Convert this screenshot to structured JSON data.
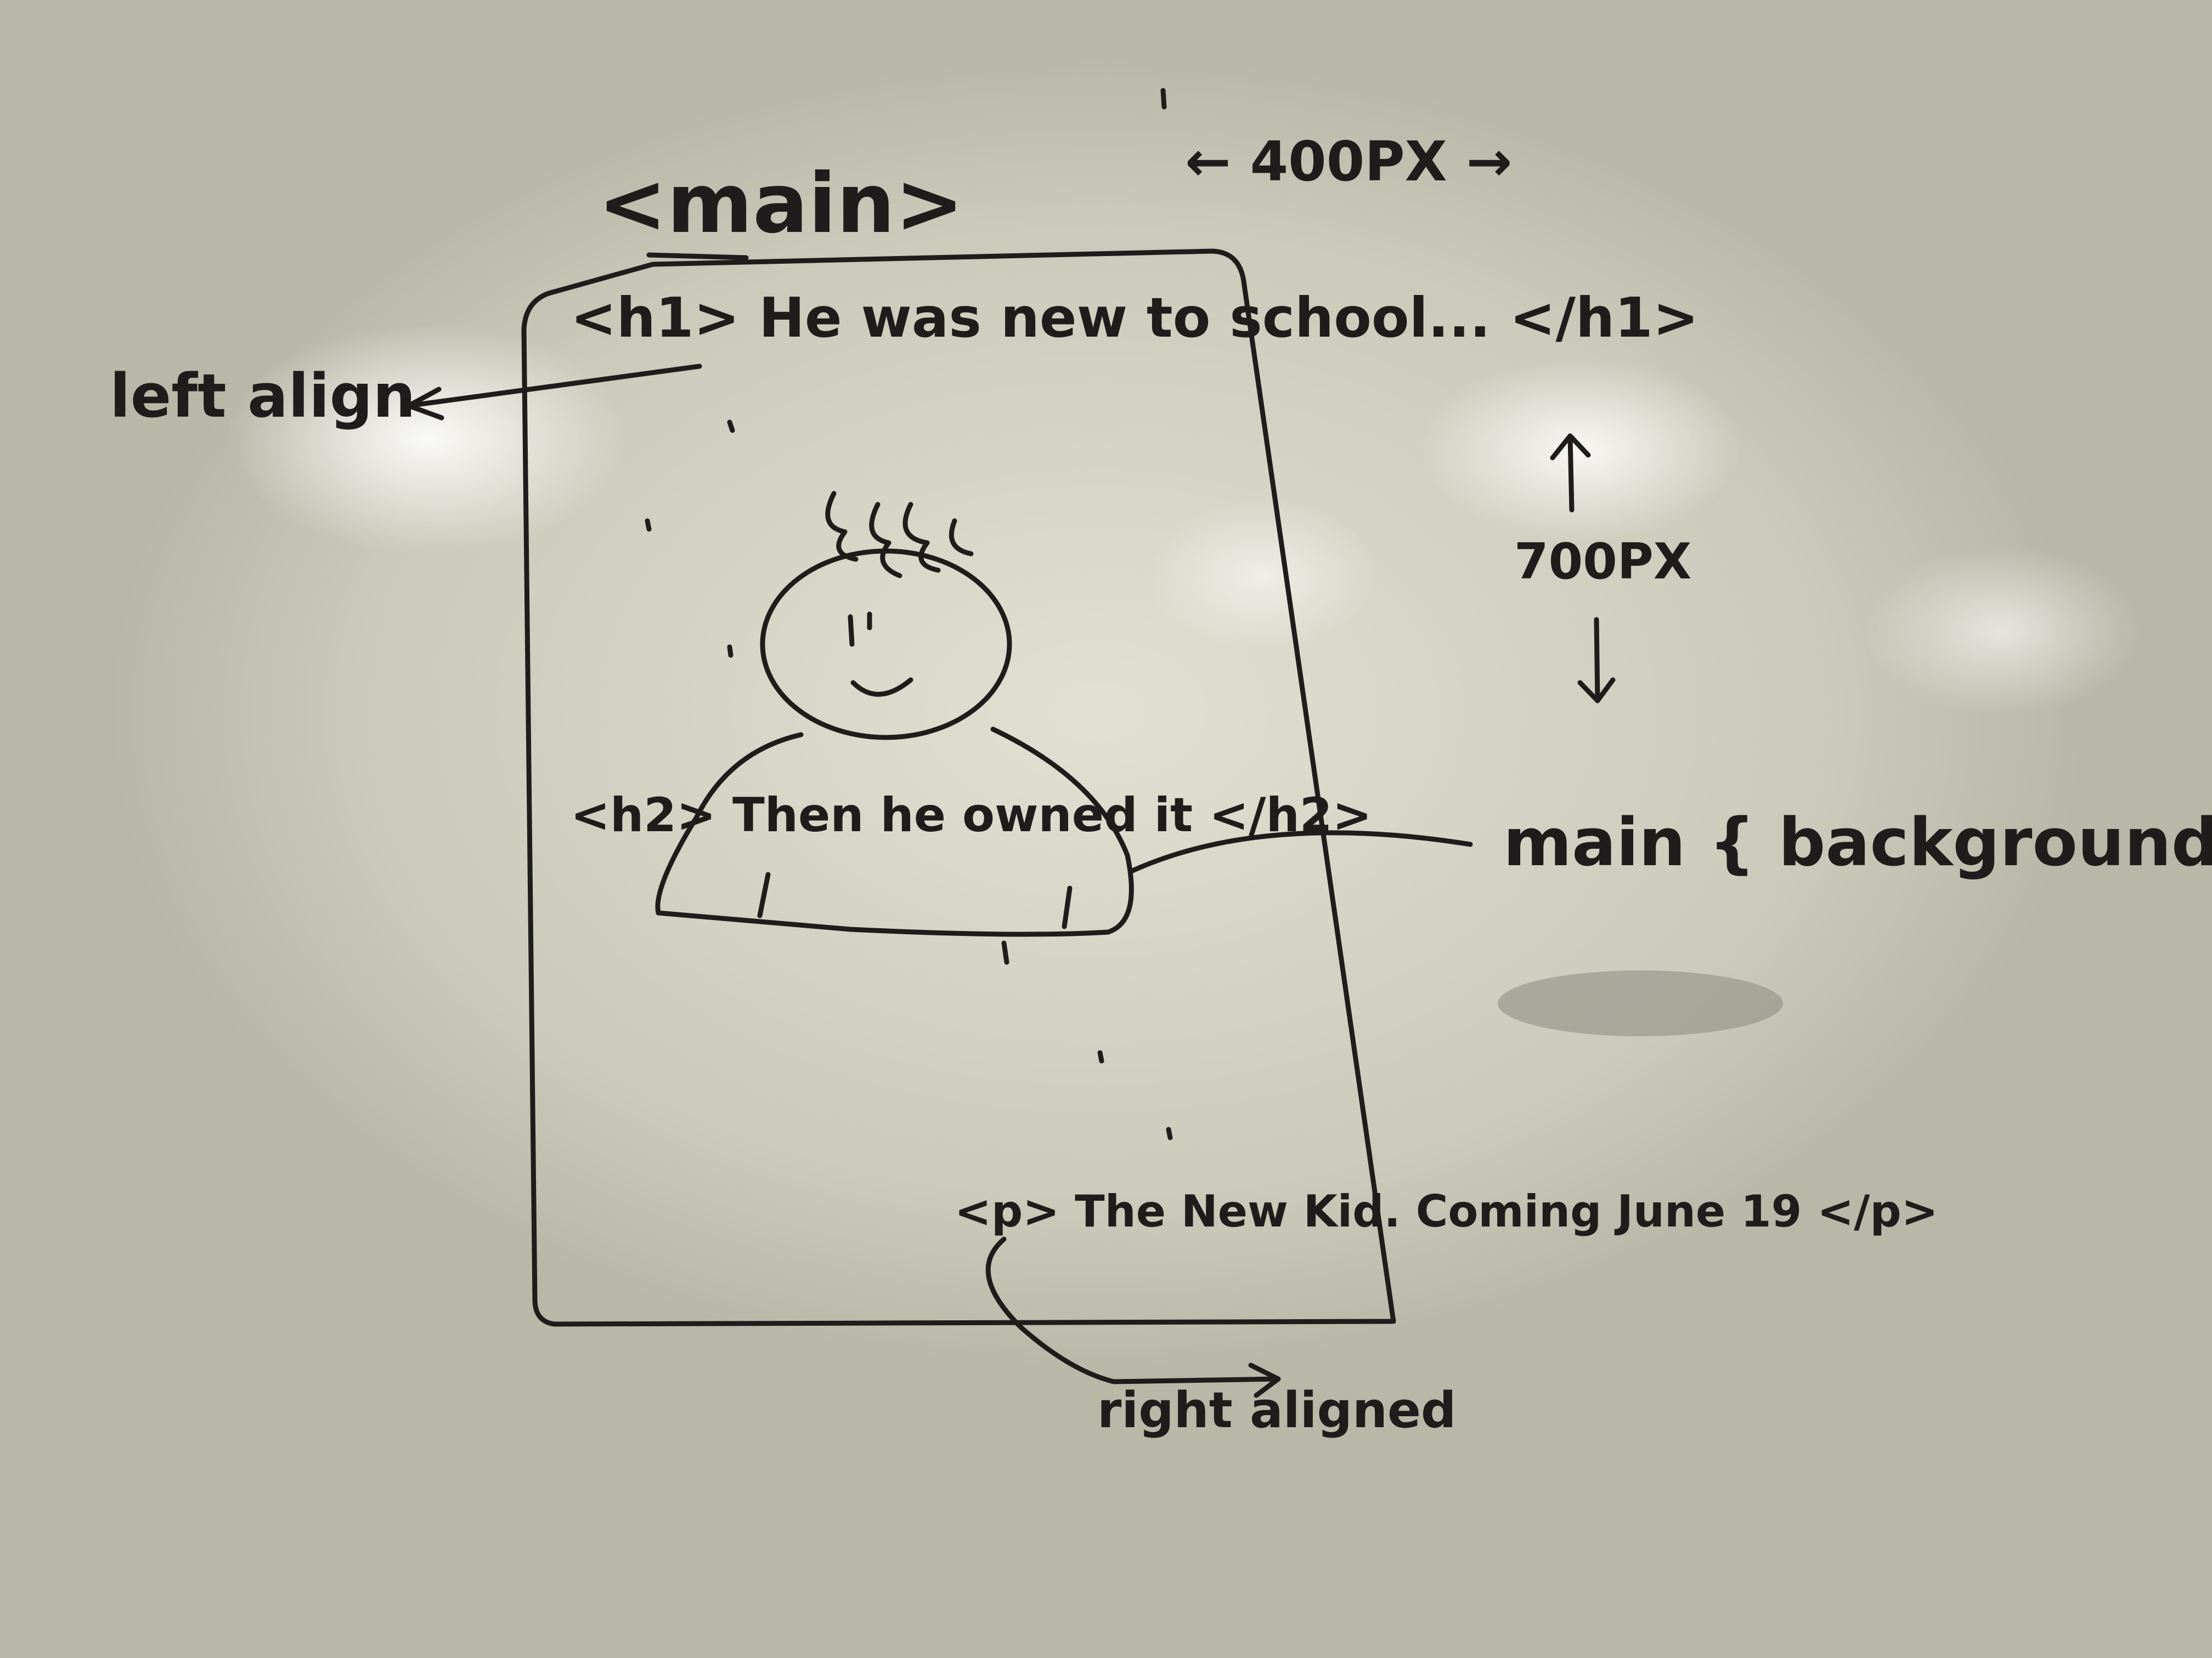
{
  "whiteboard": {
    "main_label": "<main>",
    "width_note": "← 400PX →",
    "height_note": "700PX",
    "left_align_note": "left\nalign",
    "h1_text": "<h1> He was new to\n school... </h1>",
    "h2_text": "<h2> Then he owned it </h2>",
    "p_text": "<p> The New Kid.\n Coming June 19 </p>",
    "right_align_note": "right\naligned",
    "css_note": "main {\nbackground-image: url( );"
  },
  "colors": {
    "board": "#e2e0d3",
    "marker": "#1e1d1c",
    "smudge": "#8b8a80"
  }
}
